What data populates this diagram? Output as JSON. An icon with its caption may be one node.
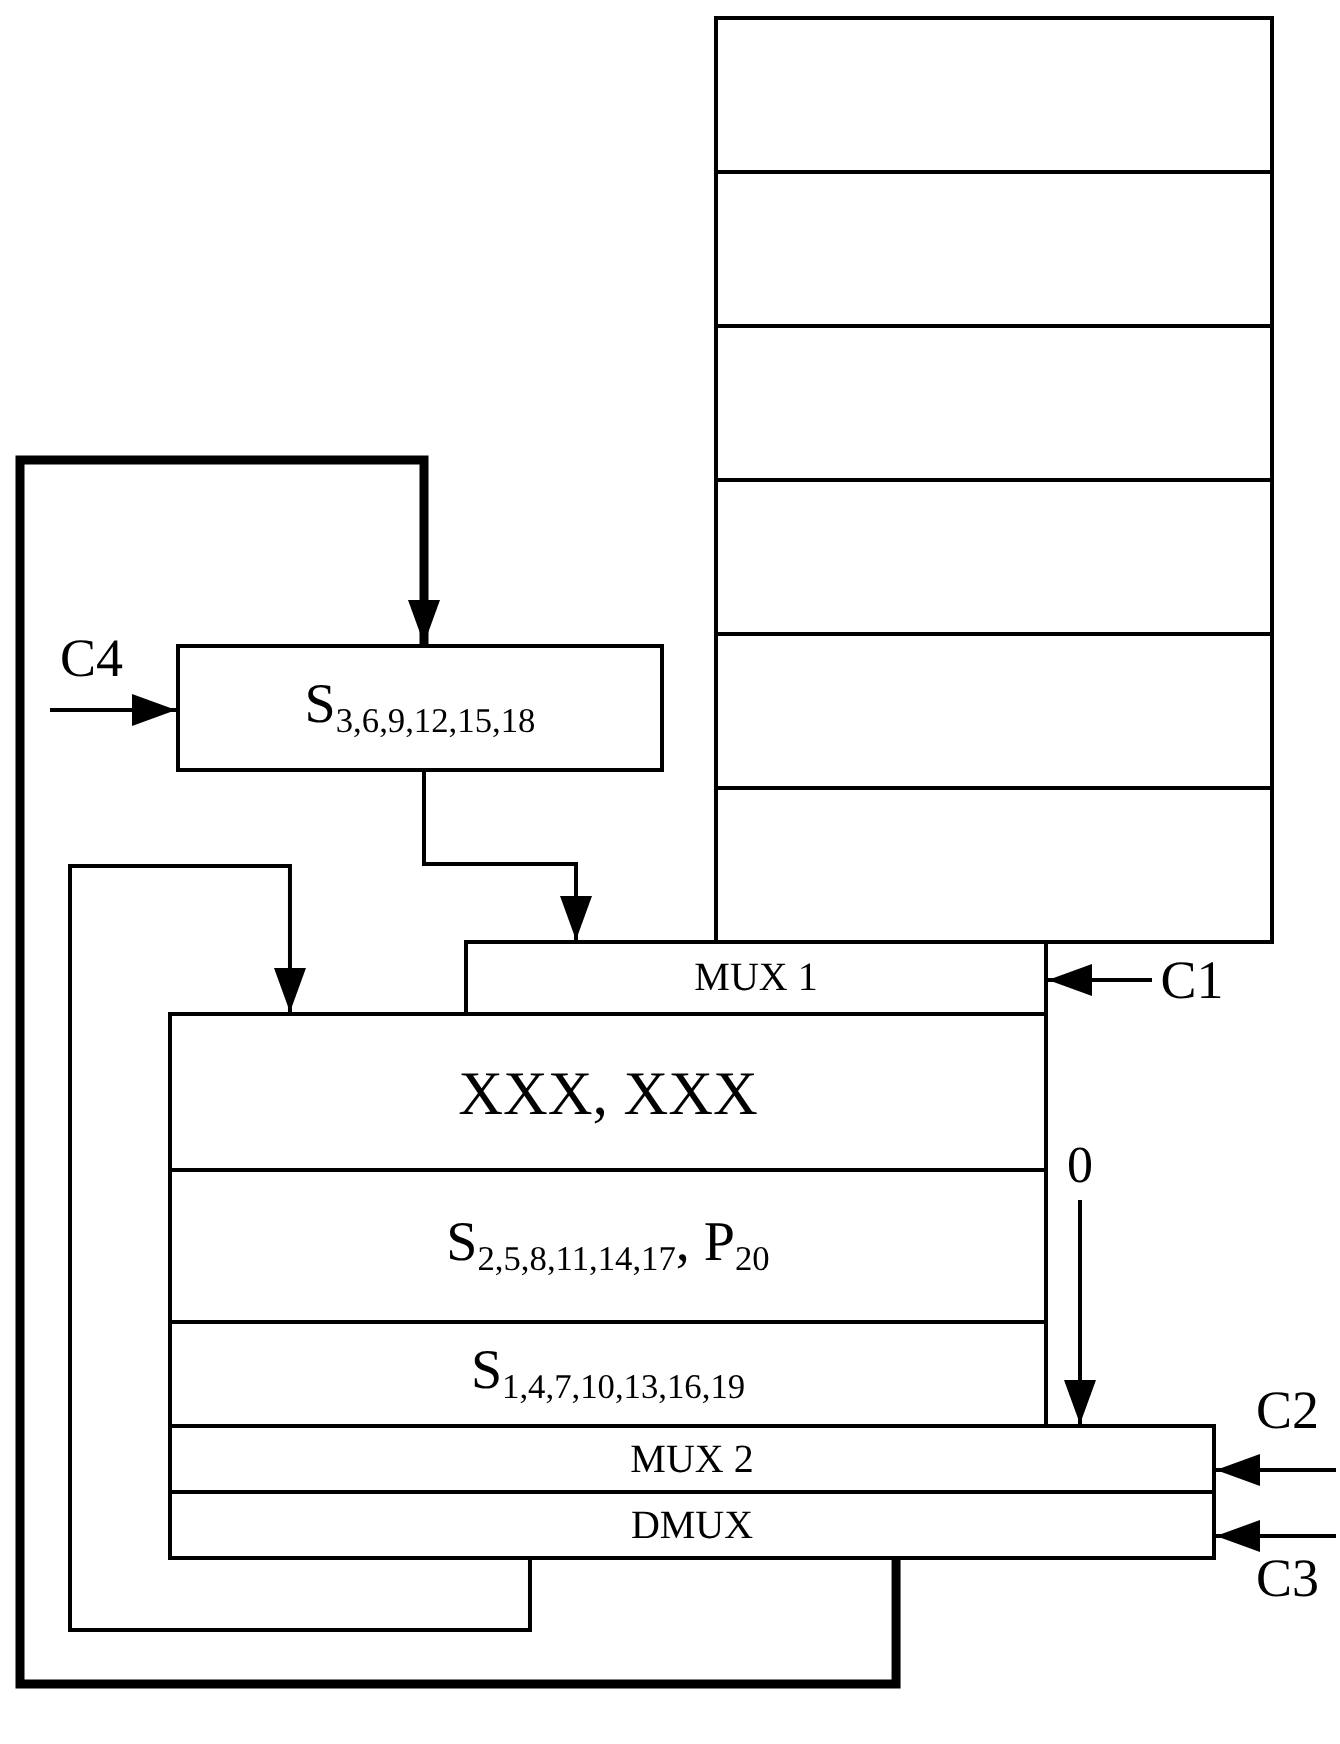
{
  "diagram": {
    "nodes": [
      {
        "text": [],
        "shape": "box"
      },
      {
        "text": [],
        "shape": "box"
      },
      {
        "text": [],
        "shape": "box"
      },
      {
        "text": [],
        "shape": "box"
      },
      {
        "text": [],
        "shape": "box"
      },
      {
        "text": [],
        "shape": "box"
      },
      {
        "text": [
          "S$_{3,6,9,12,15,18}$"
        ]
      },
      {
        "text": [
          "MUX 1"
        ]
      },
      {
        "text": [
          "XXX, XXX"
        ]
      },
      {
        "text": [
          "S$_{2,5,8,11,14,17}$, P$_{20}$"
        ]
      },
      {
        "text": [
          "S$_{1,4,7,10,13,16,19}$"
        ]
      },
      {
        "text": [
          "0"
        ]
      },
      {
        "text": [
          "MUX 2"
        ]
      },
      {
        "text": [
          "DMUX"
        ]
      },
      {
        "text": [
          "C1"
        ]
      }
    ],
    "edges": [
      {
        "from": null,
        "to": 6,
        "arrow": "to"
      },
      {
        "from": 13,
        "to": 6,
        "arrow": "to",
        "style": "thick"
      },
      {
        "from": 6,
        "to": 7,
        "arrow": "to"
      },
      {
        "from": 13,
        "to": 8,
        "arrow": "to"
      },
      {
        "from": 14,
        "to": 7,
        "arrow": "to"
      },
      {
        "from": 11,
        "to": 12,
        "arrow": "to"
      },
      {
        "from": null,
        "to": 12,
        "arrow": "to"
      },
      {
        "from": null,
        "to": 13,
        "arrow": "to"
      }
    ],
    "labels": [
      "C4",
      "C2",
      "C3"
    ]
  }
}
